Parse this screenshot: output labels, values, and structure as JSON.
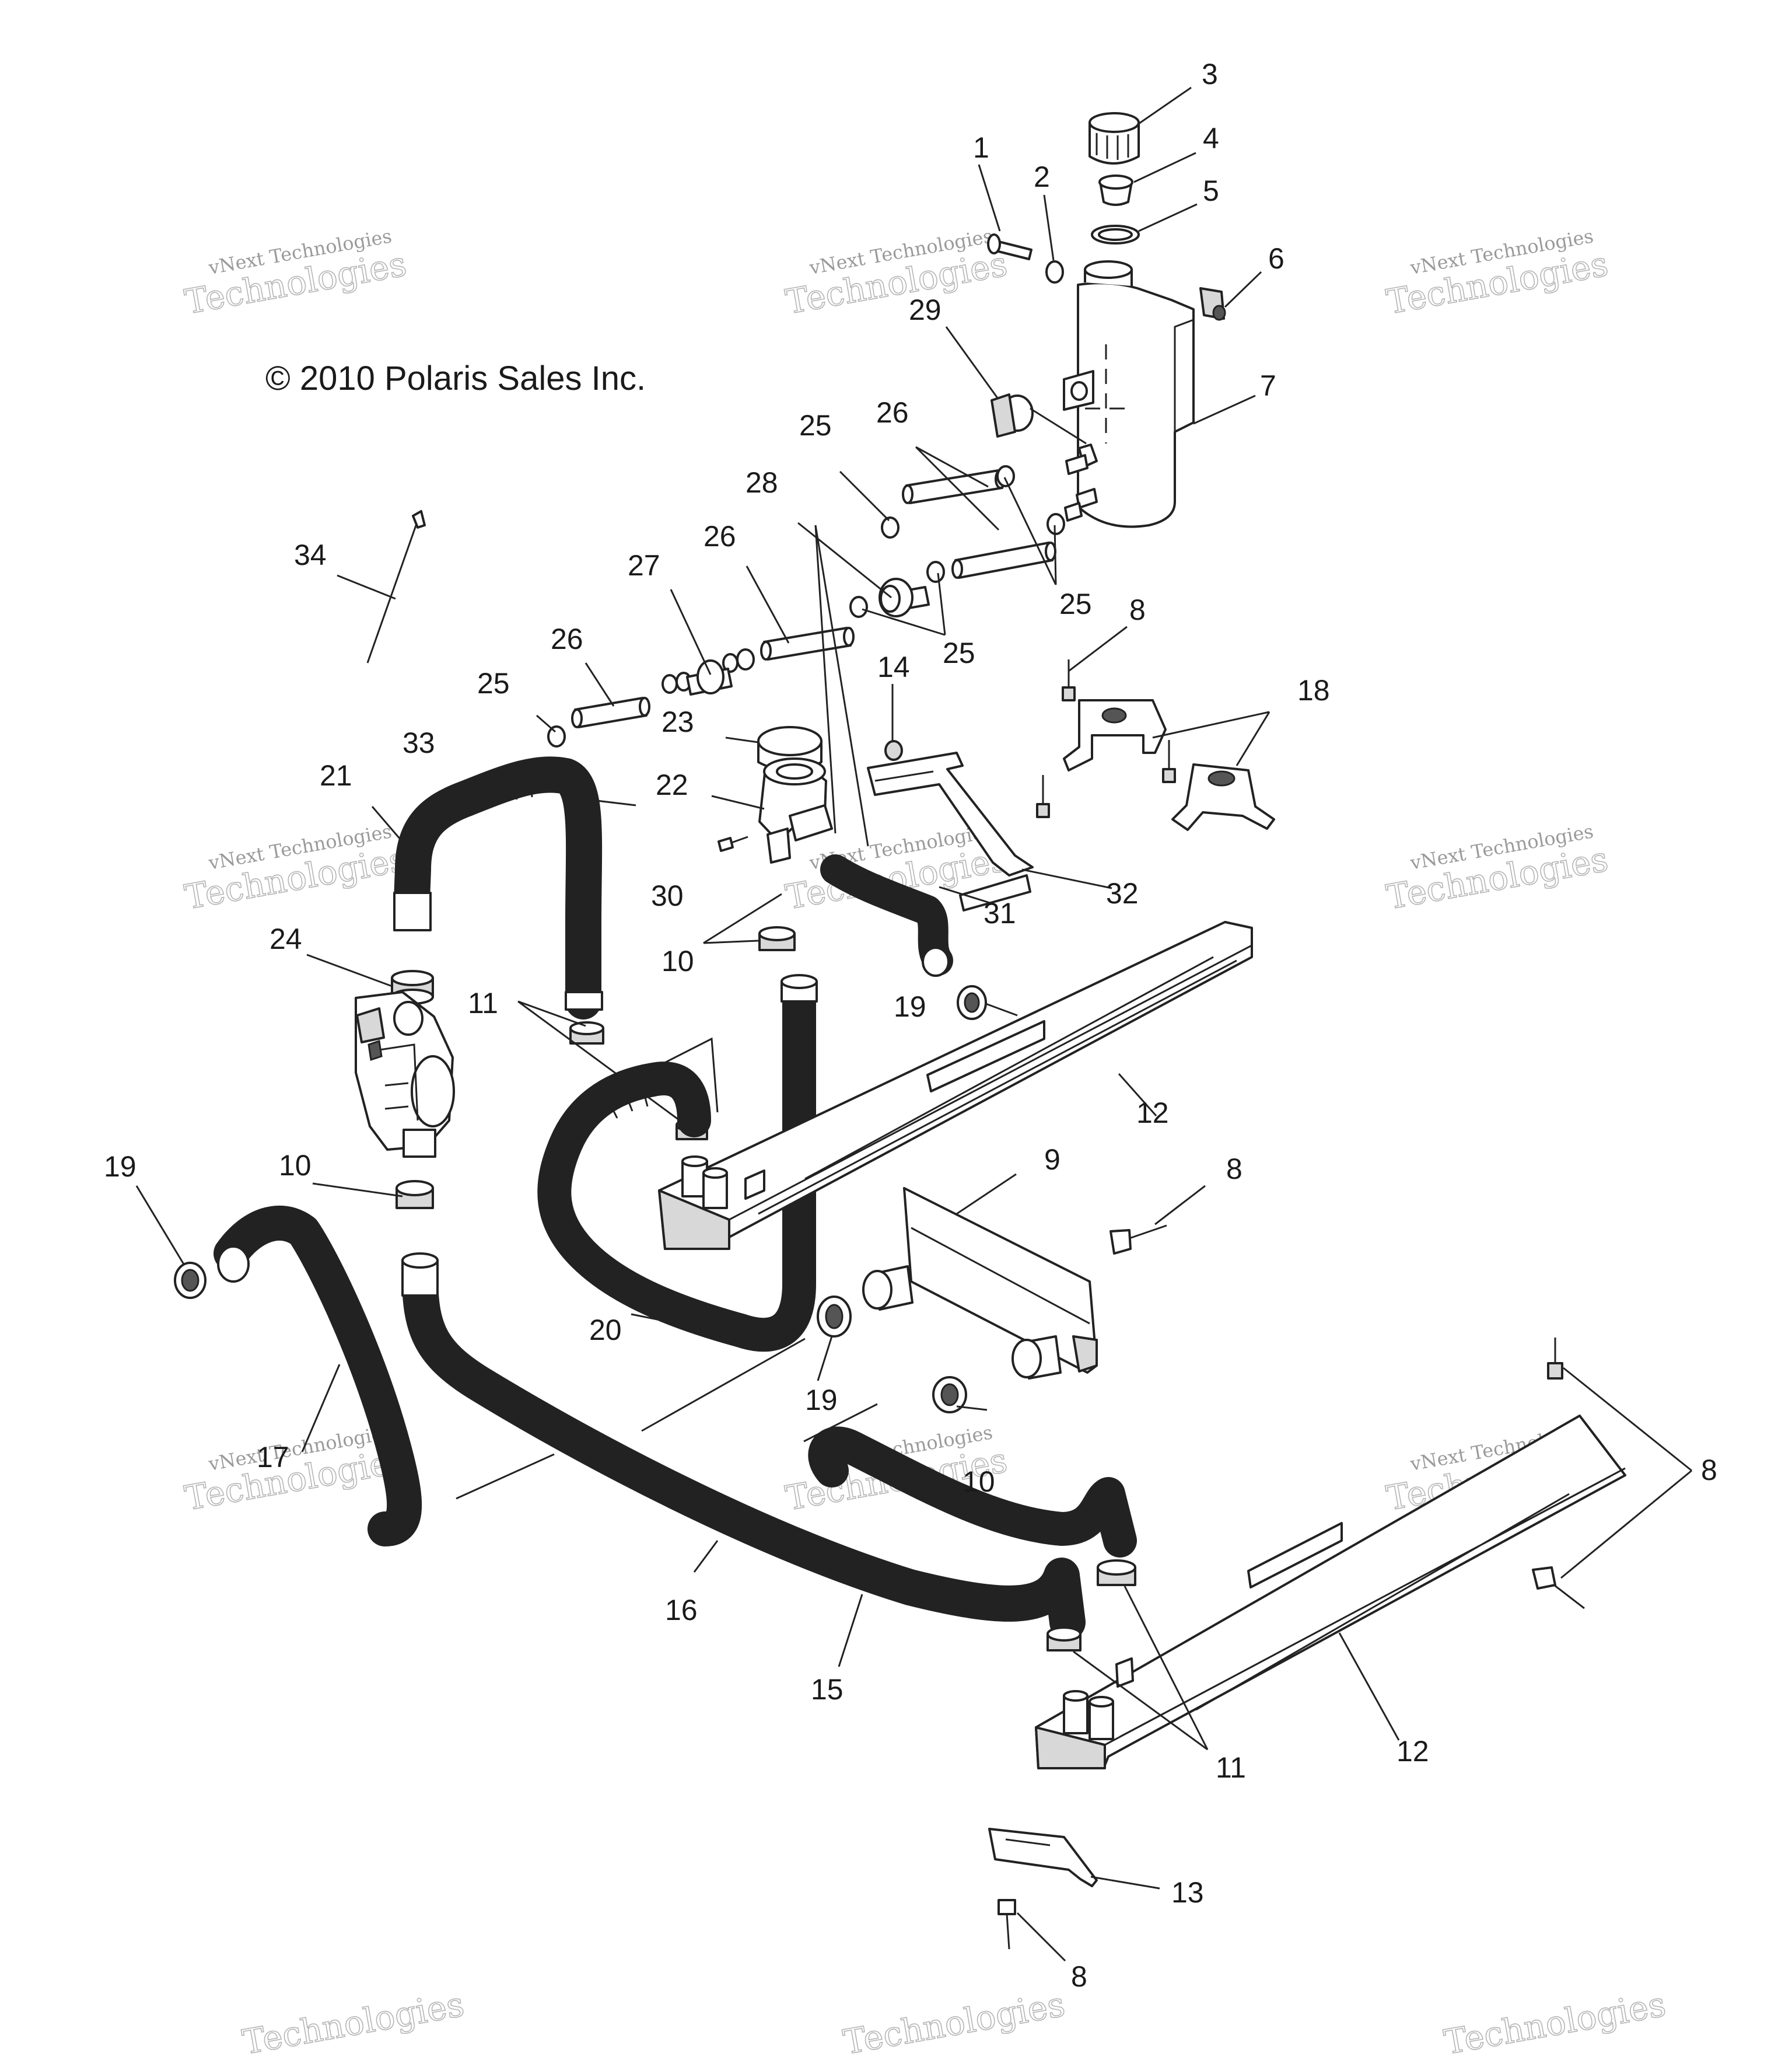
{
  "copyright": "© 2010 Polaris Sales Inc.",
  "watermark": {
    "line1": "vNext Technologies",
    "line2": "Technologies"
  },
  "callouts": [
    {
      "id": "c1",
      "text": "1"
    },
    {
      "id": "c2",
      "text": "2"
    },
    {
      "id": "c3",
      "text": "3"
    },
    {
      "id": "c4",
      "text": "4"
    },
    {
      "id": "c5",
      "text": "5"
    },
    {
      "id": "c6",
      "text": "6"
    },
    {
      "id": "c7",
      "text": "7"
    },
    {
      "id": "c8a",
      "text": "8"
    },
    {
      "id": "c8b",
      "text": "8"
    },
    {
      "id": "c8c",
      "text": "8"
    },
    {
      "id": "c8d",
      "text": "8"
    },
    {
      "id": "c9",
      "text": "9"
    },
    {
      "id": "c10a",
      "text": "10"
    },
    {
      "id": "c10b",
      "text": "10"
    },
    {
      "id": "c10c",
      "text": "10"
    },
    {
      "id": "c11a",
      "text": "11"
    },
    {
      "id": "c11b",
      "text": "11"
    },
    {
      "id": "c12a",
      "text": "12"
    },
    {
      "id": "c12b",
      "text": "12"
    },
    {
      "id": "c13",
      "text": "13"
    },
    {
      "id": "c14",
      "text": "14"
    },
    {
      "id": "c15",
      "text": "15"
    },
    {
      "id": "c16",
      "text": "16"
    },
    {
      "id": "c17",
      "text": "17"
    },
    {
      "id": "c18",
      "text": "18"
    },
    {
      "id": "c19a",
      "text": "19"
    },
    {
      "id": "c19b",
      "text": "19"
    },
    {
      "id": "c19c",
      "text": "19"
    },
    {
      "id": "c20",
      "text": "20"
    },
    {
      "id": "c21",
      "text": "21"
    },
    {
      "id": "c22",
      "text": "22"
    },
    {
      "id": "c23",
      "text": "23"
    },
    {
      "id": "c24",
      "text": "24"
    },
    {
      "id": "c25a",
      "text": "25"
    },
    {
      "id": "c25b",
      "text": "25"
    },
    {
      "id": "c25c",
      "text": "25"
    },
    {
      "id": "c25d",
      "text": "25"
    },
    {
      "id": "c26a",
      "text": "26"
    },
    {
      "id": "c26b",
      "text": "26"
    },
    {
      "id": "c26c",
      "text": "26"
    },
    {
      "id": "c27",
      "text": "27"
    },
    {
      "id": "c28",
      "text": "28"
    },
    {
      "id": "c29",
      "text": "29"
    },
    {
      "id": "c30",
      "text": "30"
    },
    {
      "id": "c31",
      "text": "31"
    },
    {
      "id": "c32",
      "text": "32"
    },
    {
      "id": "c33",
      "text": "33"
    },
    {
      "id": "c34",
      "text": "34"
    }
  ]
}
